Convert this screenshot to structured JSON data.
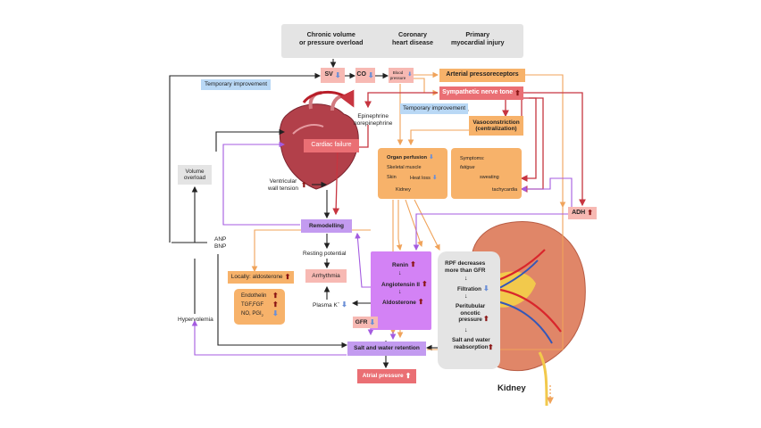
{
  "causes": {
    "c1": "Chronic volume\nor pressure overload",
    "c2": "Coronary\nheart disease",
    "c3": "Primary\nmyocardial injury"
  },
  "sv": "SV",
  "co": "CO",
  "bp": "Blood\npressure",
  "arterial_pressoreceptors": "Arterial pressoreceptors",
  "sympathetic_tone": "Sympathetic nerve tone",
  "temp_improvement_1": "Temporary improvement",
  "temp_improvement_2": "Temporary improvement",
  "epinephrine": "Epinephrine\nnorepinephrine",
  "vasoconstriction": "Vasoconstriction\n(centralization)",
  "cardiac_failure": "Cardiac failure",
  "organ_perfusion": {
    "title": "Organ perfusion",
    "skeletal": "Skeletal muscle",
    "skin": "Skin",
    "heat_loss": "Heat loss",
    "kidney": "Kidney"
  },
  "symptoms": {
    "title": "Symptoms:",
    "fatigue": "fatigue",
    "sweating": "sweating",
    "tachycardia": "tachycardia"
  },
  "volume_overload": "Volume\noverload",
  "ventricular_tension": "Ventricular\nwall tension",
  "adh": "ADH",
  "remodelling": "Remodelling",
  "anp_bnp": "ANP\nBNP",
  "resting_potential": "Resting potential",
  "arrhythmia": "Arrhythmia",
  "locally_aldosterone": "Locally: aldosterone",
  "endothelin": {
    "l1": "Endothelin",
    "l2": "TGF,FGF",
    "l3": "NO, PGI"
  },
  "plasma_k": "Plasma K",
  "raas": {
    "renin": "Renin",
    "angiotensin": "Angiotensin II",
    "aldosterone": "Aldosterone"
  },
  "kidney_panel": {
    "rpf": "RPF decreases\nmore than GFR",
    "filtration": "Filtration",
    "oncotic": "Peritubular\noncotic\npressure",
    "reabsorption": "Salt and water\nreabsorption"
  },
  "kidney_title": "Kidney",
  "gfr": "GFR",
  "hypervolemia": "Hypervolemia",
  "salt_water_retention": "Salt and water retention",
  "atrial_pressure": "Atrial pressure",
  "colors": {
    "orange": "#f7b26a",
    "red": "#ea6f74",
    "lilac": "#c39bf0",
    "pink": "#f7b9b3",
    "blue": "#b9d8f5"
  }
}
